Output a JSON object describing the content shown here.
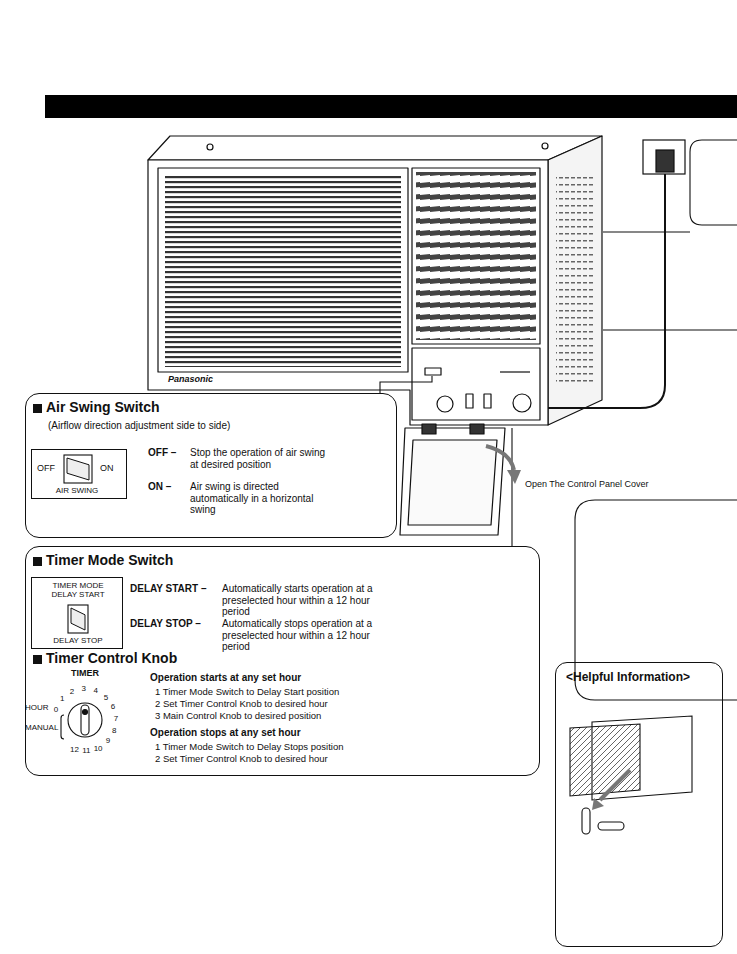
{
  "diagram": {
    "nodes": [
      {
        "text": [
          "Air Swing Switch",
          "(Airflow direction adjustment side to side)"
        ]
      },
      {
        "text": [
          "OFF",
          "ON",
          "AIR SWING"
        ],
        "in": 0
      },
      {
        "text": [
          "Timer Mode Switch",
          "Timer Control Knob"
        ]
      },
      {
        "text": [
          "TIMER MODE DELAY START",
          "DELAY STOP"
        ],
        "in": 2
      },
      {
        "text": [
          "<Helpful Information>"
        ]
      }
    ],
    "labels": [
      "Panasonic",
      "Open The Control Panel Cover",
      "OFF –",
      "Stop the operation of air swing at desired position",
      "ON –",
      "Air swing is directed automatically in a horizontal swing",
      "DELAY START –",
      "Automatically starts operation at a preselected hour within a 12 hour period",
      "DELAY STOP –",
      "Automatically stops operation at a preselected hour within a 12 hour period",
      "TIMER",
      "HOUR",
      "MANUAL",
      "0",
      "1",
      "2",
      "3",
      "4",
      "5",
      "6",
      "7",
      "8",
      "9",
      "10",
      "11",
      "12",
      "Operation starts at any set hour",
      "1 Timer Mode Switch to Delay Start position",
      "2 Set Timer Control Knob to desired hour",
      "3 Main Control Knob to desired position",
      "Operation stops at any set hour",
      "1 Timer Mode Switch to Delay Stops position",
      "2 Set Timer Control Knob to desired hour"
    ]
  }
}
